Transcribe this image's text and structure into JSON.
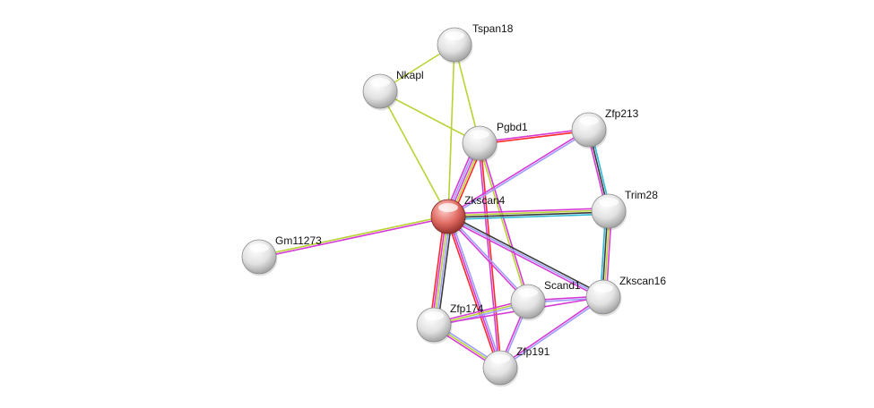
{
  "colors": {
    "yg": "#b8d334",
    "magenta": "#d63ad6",
    "red": "#ff2a2a",
    "lavender": "#9d9dff",
    "black": "#3a3a3a",
    "cyan": "#2fb7d6",
    "query_node": "#d9534f",
    "node": "#e8e8e8"
  },
  "nodes": [
    {
      "id": "Tspan18",
      "label": "Tspan18",
      "query": false
    },
    {
      "id": "Nkapl",
      "label": "Nkapl",
      "query": false
    },
    {
      "id": "Pgbd1",
      "label": "Pgbd1",
      "query": false
    },
    {
      "id": "Zfp213",
      "label": "Zfp213",
      "query": false
    },
    {
      "id": "Zkscan4",
      "label": "Zkscan4",
      "query": true
    },
    {
      "id": "Trim28",
      "label": "Trim28",
      "query": false
    },
    {
      "id": "Gm11273",
      "label": "Gm11273",
      "query": false
    },
    {
      "id": "Scand1",
      "label": "Scand1",
      "query": false
    },
    {
      "id": "Zkscan16",
      "label": "Zkscan16",
      "query": false
    },
    {
      "id": "Zfp174",
      "label": "Zfp174",
      "query": false
    },
    {
      "id": "Zfp191",
      "label": "Zfp191",
      "query": false
    }
  ],
  "edges": [
    {
      "a": "Tspan18",
      "b": "Nkapl",
      "ev": [
        "yg"
      ]
    },
    {
      "a": "Tspan18",
      "b": "Pgbd1",
      "ev": [
        "yg"
      ]
    },
    {
      "a": "Tspan18",
      "b": "Zkscan4",
      "ev": [
        "yg"
      ]
    },
    {
      "a": "Nkapl",
      "b": "Pgbd1",
      "ev": [
        "yg"
      ]
    },
    {
      "a": "Nkapl",
      "b": "Zkscan4",
      "ev": [
        "yg"
      ]
    },
    {
      "a": "Gm11273",
      "b": "Zkscan4",
      "ev": [
        "yg",
        "magenta"
      ]
    },
    {
      "a": "Pgbd1",
      "b": "Zfp213",
      "ev": [
        "magenta",
        "red"
      ]
    },
    {
      "a": "Pgbd1",
      "b": "Zkscan4",
      "ev": [
        "red",
        "yg",
        "magenta",
        "lavender",
        "magenta"
      ]
    },
    {
      "a": "Pgbd1",
      "b": "Zfp191",
      "ev": [
        "red",
        "magenta"
      ]
    },
    {
      "a": "Pgbd1",
      "b": "Scand1",
      "ev": [
        "magenta",
        "yg"
      ]
    },
    {
      "a": "Zfp213",
      "b": "Zkscan4",
      "ev": [
        "lavender",
        "magenta"
      ]
    },
    {
      "a": "Zfp213",
      "b": "Trim28",
      "ev": [
        "cyan",
        "black",
        "magenta"
      ]
    },
    {
      "a": "Zkscan4",
      "b": "Trim28",
      "ev": [
        "magenta",
        "yg",
        "black",
        "cyan"
      ]
    },
    {
      "a": "Zkscan4",
      "b": "Zkscan16",
      "ev": [
        "black",
        "lavender",
        "magenta"
      ]
    },
    {
      "a": "Zkscan4",
      "b": "Scand1",
      "ev": [
        "lavender",
        "magenta"
      ]
    },
    {
      "a": "Zkscan4",
      "b": "Zfp174",
      "ev": [
        "black",
        "lavender",
        "yg",
        "magenta",
        "red"
      ]
    },
    {
      "a": "Zkscan4",
      "b": "Zfp191",
      "ev": [
        "lavender",
        "magenta",
        "red"
      ]
    },
    {
      "a": "Trim28",
      "b": "Zkscan16",
      "ev": [
        "magenta",
        "yg",
        "black",
        "cyan"
      ]
    },
    {
      "a": "Scand1",
      "b": "Zkscan16",
      "ev": [
        "magenta",
        "lavender"
      ]
    },
    {
      "a": "Scand1",
      "b": "Zfp174",
      "ev": [
        "lavender",
        "yg",
        "magenta"
      ]
    },
    {
      "a": "Scand1",
      "b": "Zfp191",
      "ev": [
        "lavender",
        "magenta"
      ]
    },
    {
      "a": "Zfp174",
      "b": "Zkscan16",
      "ev": [
        "magenta"
      ]
    },
    {
      "a": "Zfp174",
      "b": "Zfp191",
      "ev": [
        "lavender",
        "yg",
        "magenta"
      ]
    },
    {
      "a": "Zkscan16",
      "b": "Zfp191",
      "ev": [
        "lavender",
        "magenta"
      ]
    }
  ]
}
